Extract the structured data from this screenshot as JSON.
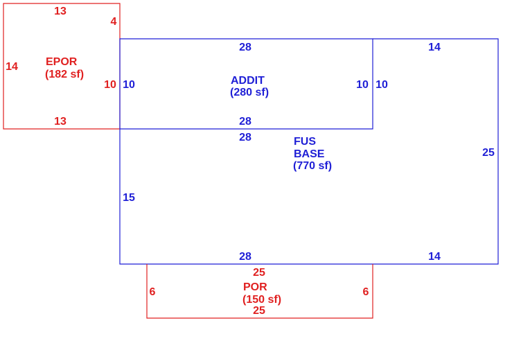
{
  "colors": {
    "red": "#e02020",
    "blue": "#1f1fd6"
  },
  "areas": {
    "epor": {
      "name": "EPOR",
      "area": "(182 sf)",
      "dims": {
        "top": "13",
        "right_upper": "4",
        "left": "14",
        "right": "10",
        "bottom": "13"
      }
    },
    "addit": {
      "name": "ADDIT",
      "area": "(280 sf)",
      "dims": {
        "top": "28",
        "left": "10",
        "right": "10",
        "bottom": "28"
      }
    },
    "fus_base": {
      "name_line1": "FUS",
      "name_line2": "BASE",
      "area": "(770 sf)",
      "dims": {
        "top_left": "28",
        "top_right": "14",
        "right_inner": "10",
        "right": "25",
        "left": "15",
        "bottom_left": "28",
        "bottom_right": "14"
      }
    },
    "por": {
      "name": "POR",
      "area": "(150 sf)",
      "dims": {
        "top": "25",
        "left": "6",
        "right": "6",
        "bottom": "25"
      }
    }
  }
}
